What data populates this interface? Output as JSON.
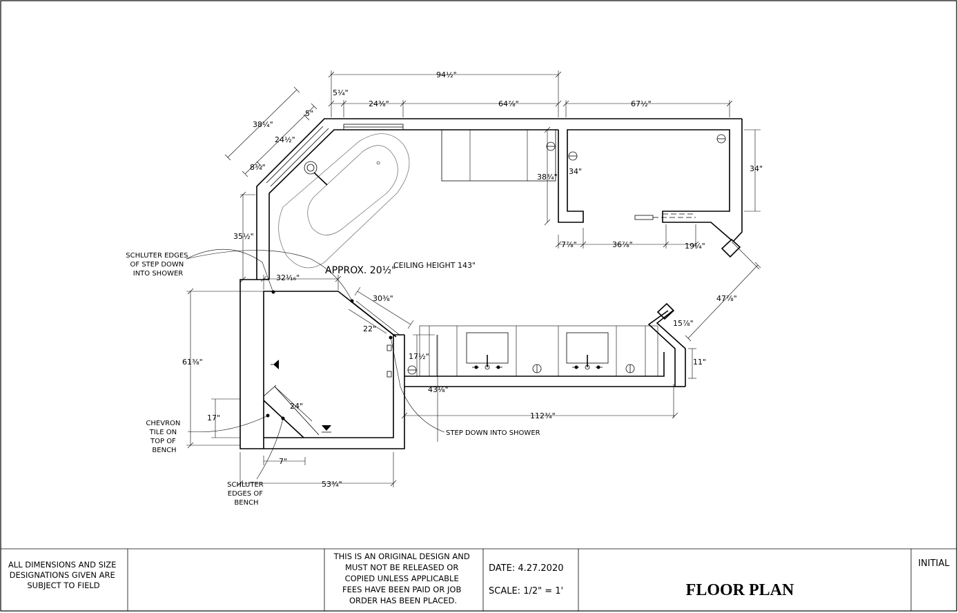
{
  "plan": {
    "dims": {
      "overall_top": "94½\"",
      "short_top": "5¼\"",
      "window_width": "24⅜\"",
      "vanity_run": "64⅞\"",
      "closet_width": "67½\"",
      "angled_overall": "38¼\"",
      "angled_5": "5\"",
      "angled_window": "24½\"",
      "angled_lower": "8¾\"",
      "bench_left": "38¾\"",
      "closet_left": "34\"",
      "closet_right": "34\"",
      "wall_left": "35½\"",
      "bottom_7": "7⅞\"",
      "bottom_36": "36⅞\"",
      "bottom_19": "19¼\"",
      "diag_right": "47⅞\"",
      "angle_15": "15⅞\"",
      "right_11": "11\"",
      "shower_top": "32¹⁄₁₆\"",
      "glass_30": "30⅜\"",
      "glass_22": "22\"",
      "shower_left": "61⅜\"",
      "bench_17": "17\"",
      "bench_24": "24\"",
      "step_17": "17½\"",
      "vanity_43": "43⅛\"",
      "vanity_112": "112¾\"",
      "bench_7": "7\"",
      "shower_bottom": "53¾\""
    },
    "approx_label": "APPROX. 20½\"",
    "ceiling_label": "CEILING HEIGHT 143\"",
    "notes": {
      "schluter_step": [
        "SCHLUTER EDGES",
        "OF STEP DOWN",
        "INTO SHOWER"
      ],
      "chevron": [
        "CHEVRON",
        "TILE ON",
        "TOP OF",
        "BENCH"
      ],
      "schluter_bench": [
        "SCHLUTER",
        "EDGES OF",
        "BENCH"
      ],
      "step_down": "STEP DOWN INTO SHOWER"
    }
  },
  "title_block": {
    "disclaimer": [
      "ALL DIMENSIONS AND SIZE",
      "DESIGNATIONS GIVEN ARE",
      "SUBJECT TO FIELD"
    ],
    "copyright": [
      "THIS IS AN ORIGINAL DESIGN AND",
      "MUST NOT BE RELEASED OR",
      "COPIED UNLESS APPLICABLE",
      "FEES HAVE BEEN PAID OR JOB",
      "ORDER HAS BEEN PLACED."
    ],
    "date": "DATE: 4.27.2020",
    "scale": "SCALE:  1/2\" = 1'",
    "title": "FLOOR PLAN",
    "initial": "INITIAL"
  }
}
